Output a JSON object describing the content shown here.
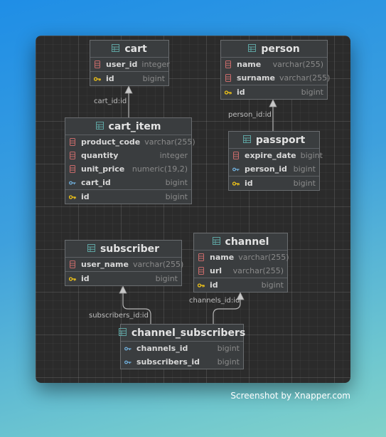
{
  "caption": "Screenshot by Xnapper.com",
  "colors": {
    "column_icon": "#c76a6a",
    "key_icon": "#f0c419",
    "foreign_key_icon": "#74b8e8",
    "table_icon": "#5ea3a1",
    "edge": "#b5b5b5"
  },
  "tables": {
    "cart": {
      "name": "cart",
      "columns": [
        {
          "name": "user_id",
          "type": "integer",
          "icon": "column-icon"
        },
        {
          "name": "id",
          "type": "bigint",
          "icon": "primary-key-icon"
        }
      ]
    },
    "person": {
      "name": "person",
      "columns": [
        {
          "name": "name",
          "type": "varchar(255)",
          "icon": "column-icon"
        },
        {
          "name": "surname",
          "type": "varchar(255)",
          "icon": "column-icon"
        },
        {
          "name": "id",
          "type": "bigint",
          "icon": "primary-key-icon"
        }
      ]
    },
    "cart_item": {
      "name": "cart_item",
      "columns": [
        {
          "name": "product_code",
          "type": "varchar(255)",
          "icon": "column-icon"
        },
        {
          "name": "quantity",
          "type": "integer",
          "icon": "column-icon"
        },
        {
          "name": "unit_price",
          "type": "numeric(19,2)",
          "icon": "column-icon"
        },
        {
          "name": "cart_id",
          "type": "bigint",
          "icon": "foreign-key-icon"
        },
        {
          "name": "id",
          "type": "bigint",
          "icon": "primary-key-icon"
        }
      ]
    },
    "passport": {
      "name": "passport",
      "columns": [
        {
          "name": "expire_date",
          "type": "bigint",
          "icon": "column-icon"
        },
        {
          "name": "person_id",
          "type": "bigint",
          "icon": "foreign-key-icon"
        },
        {
          "name": "id",
          "type": "bigint",
          "icon": "primary-key-icon"
        }
      ]
    },
    "subscriber": {
      "name": "subscriber",
      "columns": [
        {
          "name": "user_name",
          "type": "varchar(255)",
          "icon": "column-icon"
        },
        {
          "name": "id",
          "type": "bigint",
          "icon": "primary-key-icon"
        }
      ]
    },
    "channel": {
      "name": "channel",
      "columns": [
        {
          "name": "name",
          "type": "varchar(255)",
          "icon": "column-icon"
        },
        {
          "name": "url",
          "type": "varchar(255)",
          "icon": "column-icon"
        },
        {
          "name": "id",
          "type": "bigint",
          "icon": "primary-key-icon"
        }
      ]
    },
    "channel_subscribers": {
      "name": "channel_subscribers",
      "columns": [
        {
          "name": "channels_id",
          "type": "bigint",
          "icon": "foreign-key-icon"
        },
        {
          "name": "subscribers_id",
          "type": "bigint",
          "icon": "foreign-key-icon"
        }
      ]
    }
  },
  "relations": [
    {
      "label": "cart_id:id",
      "from": "cart_item",
      "to": "cart"
    },
    {
      "label": "person_id:id",
      "from": "passport",
      "to": "person"
    },
    {
      "label": "subscribers_id:id",
      "from": "channel_subscribers",
      "to": "subscriber"
    },
    {
      "label": "channels_id:id",
      "from": "channel_subscribers",
      "to": "channel"
    }
  ]
}
